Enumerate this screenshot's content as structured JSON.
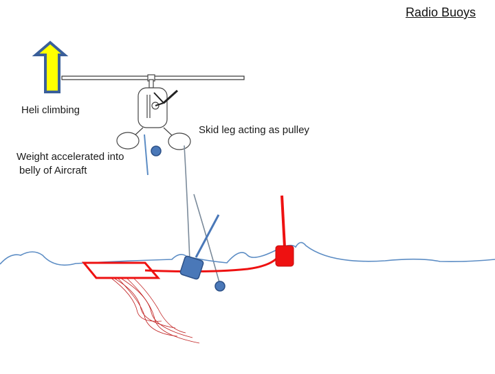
{
  "title": "Radio Buoys",
  "labels": {
    "heli_climbing": "Heli climbing",
    "skid_leg": "Skid leg acting as pulley",
    "weight_line1": "Weight accelerated into",
    "weight_line2": "belly of Aircraft"
  },
  "colors": {
    "arrow_fill": "#ffff00",
    "arrow_outline": "#3a5f9a",
    "water": "#5b8cc4",
    "buoy_red": "#ee1111",
    "weight_blue": "#4a78b8",
    "line_grey": "#7a8a9a",
    "debris_red": "#c02020"
  },
  "icons": [
    "up-arrow-icon",
    "helicopter-icon",
    "radio-buoy-icon",
    "weight-icon",
    "life-raft-icon"
  ]
}
